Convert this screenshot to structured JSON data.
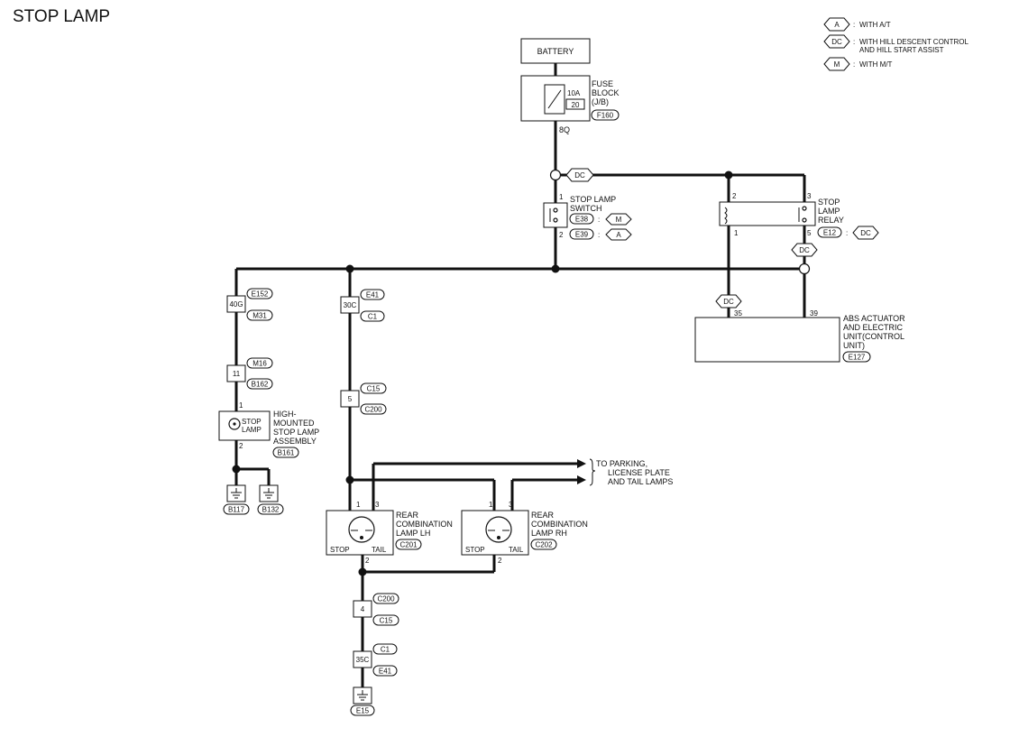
{
  "title": "STOP LAMP",
  "legend": [
    {
      "code": "A",
      "sep": ":",
      "text": "WITH A/T"
    },
    {
      "code": "DC",
      "sep": ":",
      "text1": "WITH HILL DESCENT CONTROL",
      "text2": "AND HILL START ASSIST"
    },
    {
      "code": "M",
      "sep": ":",
      "text": "WITH M/T"
    }
  ],
  "battery": "BATTERY",
  "fuse": {
    "amp": "10A",
    "num": "20",
    "label1": "FUSE",
    "label2": "BLOCK",
    "label3": "(J/B)",
    "conn": "F160",
    "term": "8Q"
  },
  "dc_tag": "DC",
  "switch": {
    "line1": "STOP LAMP",
    "line2": "SWITCH",
    "pin1": "1",
    "pin2": "2",
    "c1": "E38",
    "c2": "E39",
    "v1": "M",
    "v2": "A",
    "sep": ":"
  },
  "relay": {
    "line1": "STOP",
    "line2": "LAMP",
    "line3": "RELAY",
    "pin2": "2",
    "pin3": "3",
    "pin1": "1",
    "pin5": "5",
    "conn": "E12",
    "v": "DC",
    "sep": ":"
  },
  "abs": {
    "line1": "ABS ACTUATOR",
    "line2": "AND ELECTRIC",
    "line3": "UNIT(CONTROL",
    "line4": "UNIT)",
    "conn": "E127",
    "pin35": "35",
    "pin39": "39"
  },
  "left_joints": [
    {
      "pin": "40G",
      "c1": "E152",
      "c2": "M31"
    },
    {
      "pin": "11",
      "c1": "M16",
      "c2": "B162"
    }
  ],
  "mid_joints": [
    {
      "pin": "30C",
      "c1": "E41",
      "c2": "C1"
    },
    {
      "pin": "5",
      "c1": "C15",
      "c2": "C200"
    }
  ],
  "bottom_joints": [
    {
      "pin": "4",
      "c1": "C200",
      "c2": "C15"
    },
    {
      "pin": "35C",
      "c1": "C1",
      "c2": "E41"
    }
  ],
  "hmsl": {
    "pin1": "1",
    "pin2": "2",
    "inner1": "STOP",
    "inner2": "LAMP",
    "line1": "HIGH-",
    "line2": "MOUNTED",
    "line3": "STOP LAMP",
    "line4": "ASSEMBLY",
    "conn": "B161"
  },
  "grounds": [
    "B117",
    "B132",
    "E15"
  ],
  "parking": {
    "line1": "TO PARKING,",
    "line2": "LICENSE PLATE",
    "line3": "AND TAIL LAMPS"
  },
  "lamp_lh": {
    "pin1": "1",
    "pin3": "3",
    "pin2": "2",
    "stop": "STOP",
    "tail": "TAIL",
    "line1": "REAR",
    "line2": "COMBINATION",
    "line3": "LAMP LH",
    "conn": "C201"
  },
  "lamp_rh": {
    "pin1": "1",
    "pin3": "3",
    "pin2": "2",
    "stop": "STOP",
    "tail": "TAIL",
    "line1": "REAR",
    "line2": "COMBINATION",
    "line3": "LAMP RH",
    "conn": "C202"
  }
}
